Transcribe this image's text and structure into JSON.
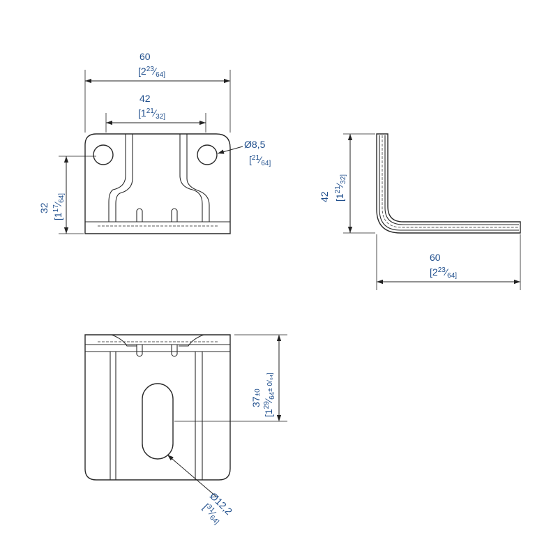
{
  "dimensions": {
    "front_width": {
      "value": "60",
      "imperial_whole": "[2",
      "imperial_num": "23",
      "imperial_den": "64]"
    },
    "front_slot": {
      "value": "42",
      "imperial_whole": "[1",
      "imperial_num": "21",
      "imperial_den": "32]"
    },
    "hole_dia": {
      "value": "Ø8,5",
      "imperial_open": "[",
      "imperial_num": "21",
      "imperial_den": "64]"
    },
    "front_height": {
      "value": "32",
      "imperial_whole": "[1",
      "imperial_num": "17",
      "imperial_den": "64]"
    },
    "side_height": {
      "value": "42",
      "imperial_whole": "[1",
      "imperial_num": "21",
      "imperial_den": "32]"
    },
    "side_width": {
      "value": "60",
      "imperial_whole": "[2",
      "imperial_num": "23",
      "imperial_den": "64]"
    },
    "top_length": {
      "value": "37",
      "tolerance": "±0",
      "imperial_whole": "[1",
      "imperial_num": "29",
      "imperial_den": "64",
      "imperial_tol": "± 0/₆₄]"
    },
    "slot_dia": {
      "value": "Ø12,2",
      "imperial_open": "[",
      "imperial_num": "31",
      "imperial_den": "64]"
    }
  }
}
